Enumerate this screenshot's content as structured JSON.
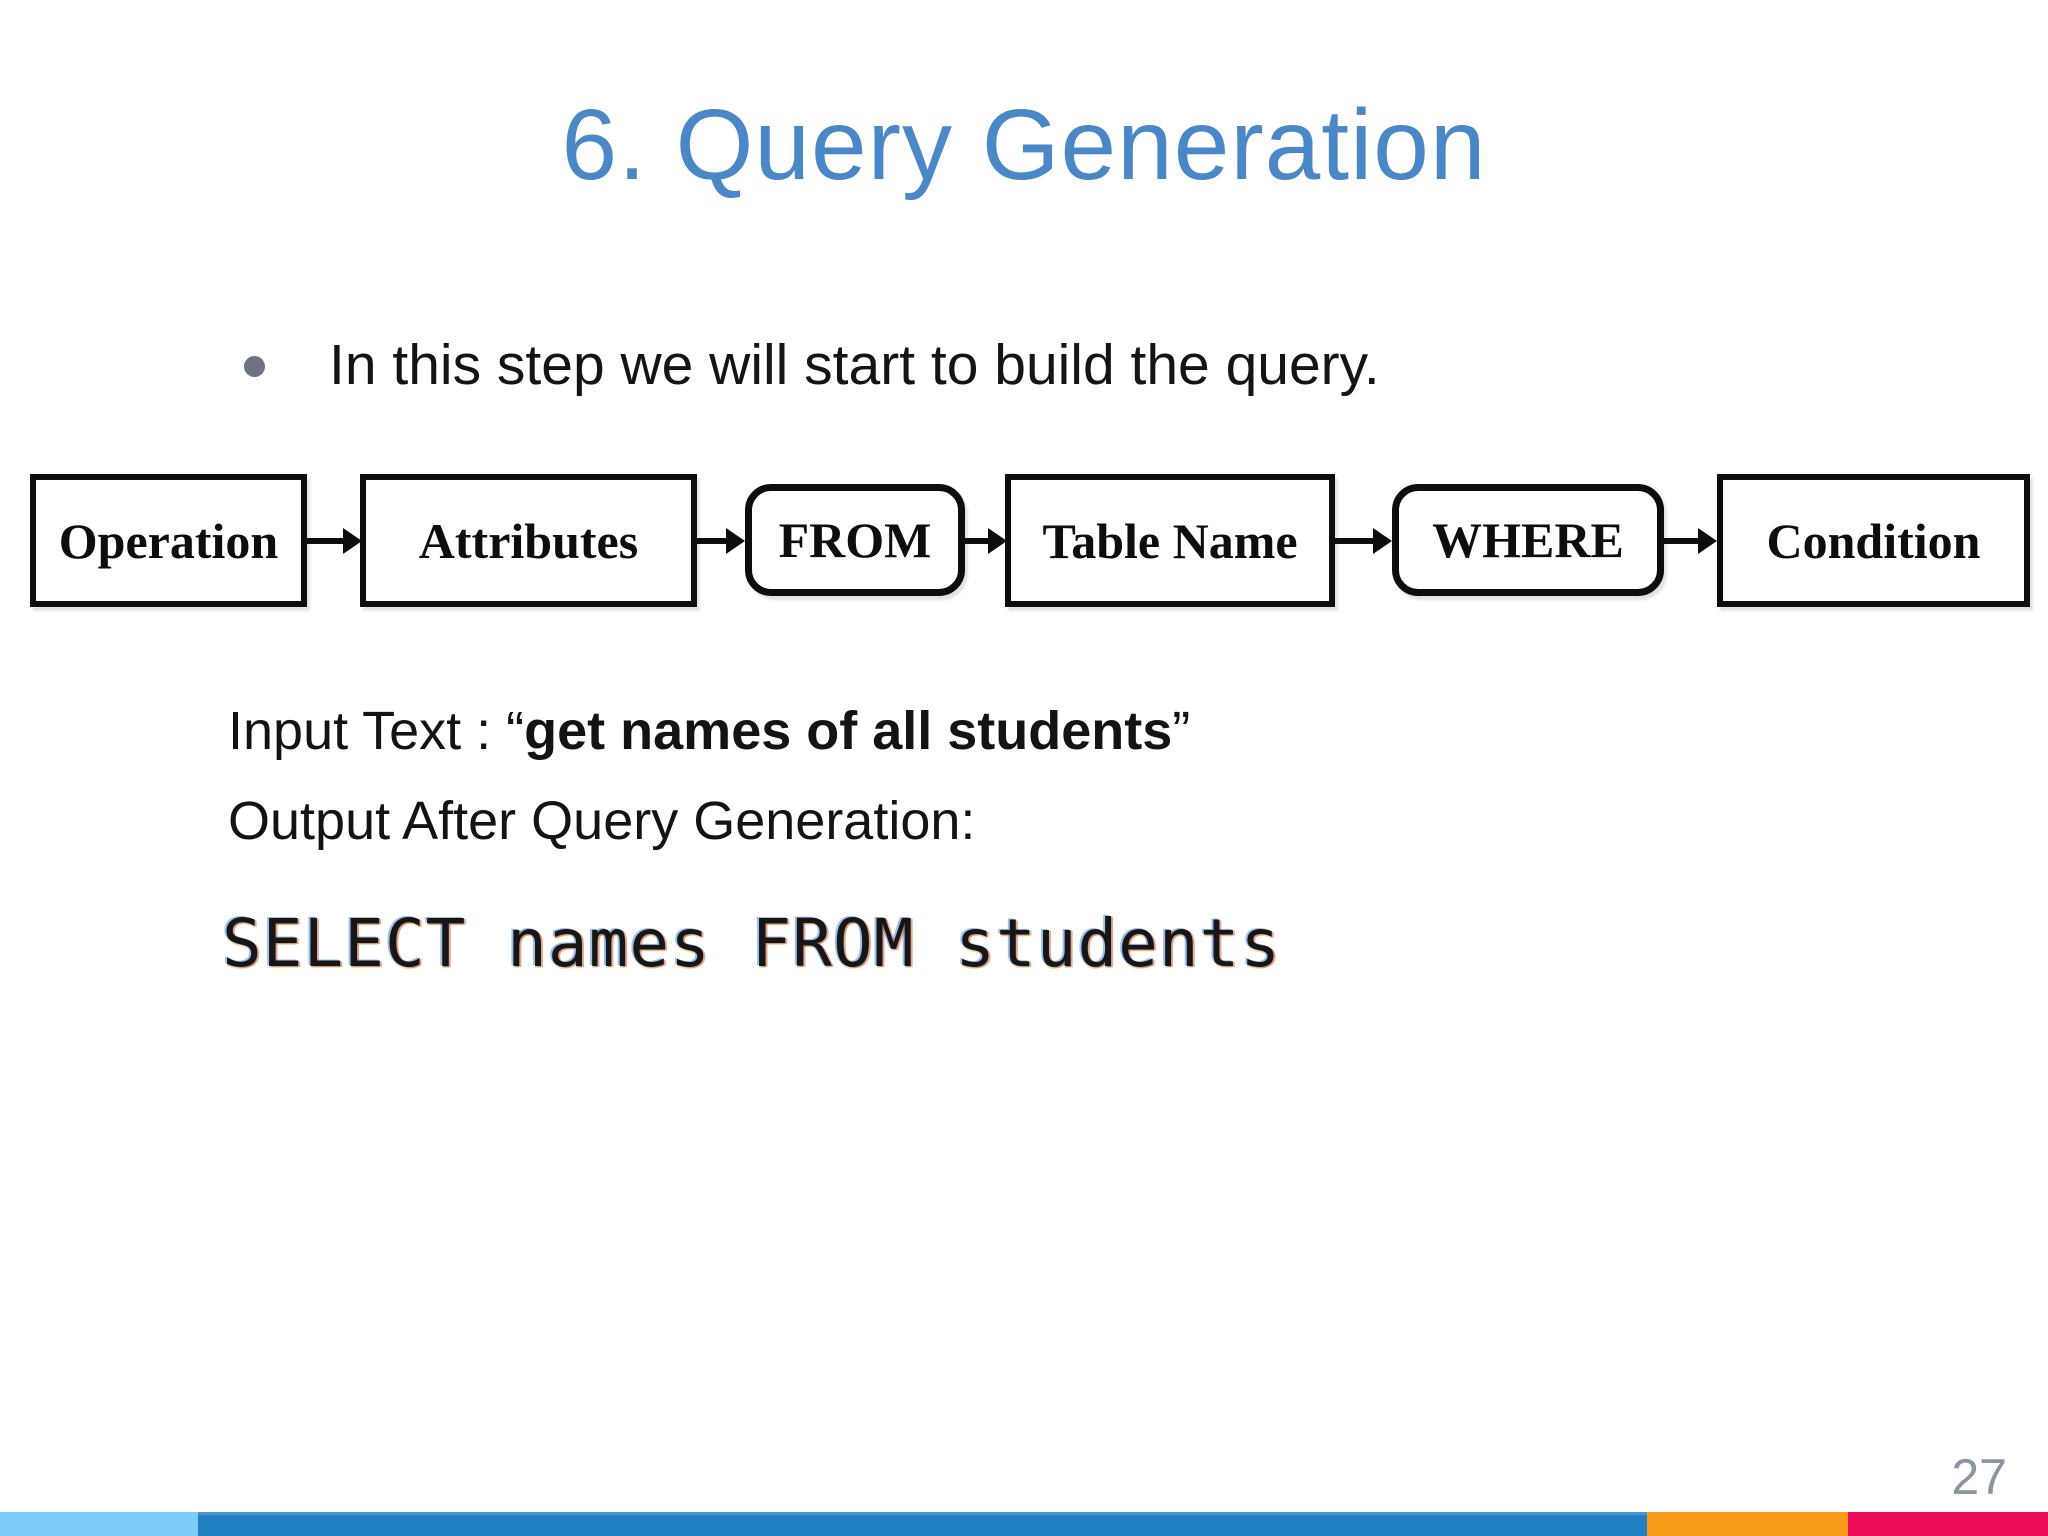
{
  "slide": {
    "title": "6. Query Generation",
    "bullet_text": "In this step we will start to build the query.",
    "page_number": "27"
  },
  "diagram": {
    "boxes": [
      {
        "label": "Operation",
        "shape": "rect"
      },
      {
        "label": "Attributes",
        "shape": "rect"
      },
      {
        "label": "FROM",
        "shape": "rounded"
      },
      {
        "label": "Table Name",
        "shape": "rect"
      },
      {
        "label": "WHERE",
        "shape": "rounded"
      },
      {
        "label": "Condition",
        "shape": "rect"
      }
    ]
  },
  "example": {
    "input_prefix": "Input Text : “",
    "input_value": "get names of all students",
    "input_suffix": "”",
    "output_label": "Output After Query Generation:",
    "query_code": "SELECT names FROM students"
  },
  "theme": {
    "title_color": "#4a87c6",
    "body_text_color": "#141414",
    "bullet_dot_color": "#6b7480",
    "box_border_color": "#0d0d0d",
    "page_number_color": "#8a94a2"
  },
  "footer": {
    "segment_colors": {
      "light_blue": "#7dcbf8",
      "blue": "#2180c2",
      "orange": "#f99c1c",
      "pink": "#ec0c55"
    }
  }
}
